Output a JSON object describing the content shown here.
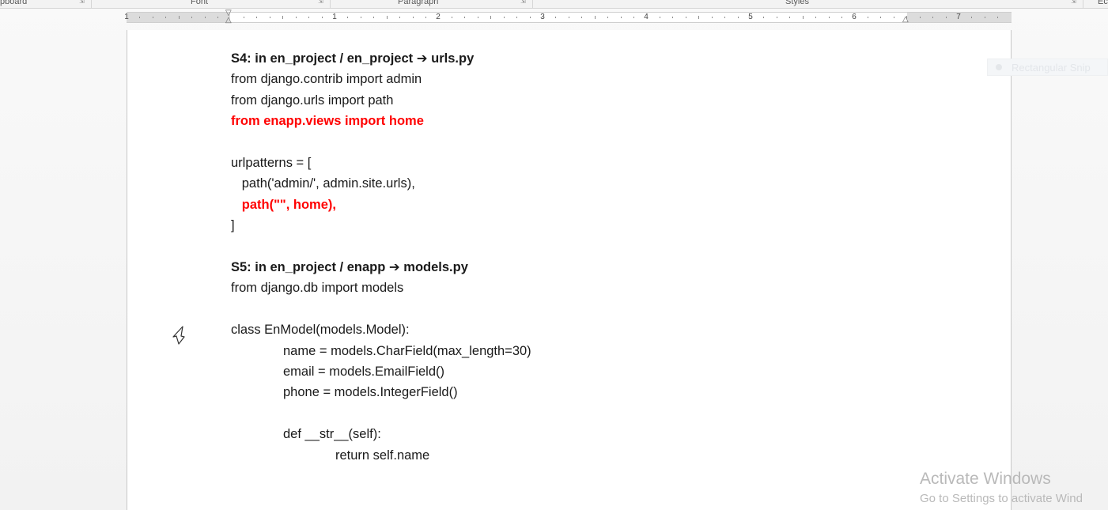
{
  "ribbon": {
    "groups": [
      {
        "label": "pboard"
      },
      {
        "label": "Font"
      },
      {
        "label": "Paragraph"
      },
      {
        "label": "Styles"
      },
      {
        "label": "Ec"
      }
    ]
  },
  "ruler": {
    "numbers": [
      "1",
      "1",
      "2",
      "3",
      "4",
      "5",
      "6",
      "7"
    ]
  },
  "document": {
    "lines": [
      {
        "text": "S4: in en_project / en_project ➔ urls.py",
        "style": "bold"
      },
      {
        "text": "from django.contrib import admin",
        "style": "normal"
      },
      {
        "text": "from django.urls import path",
        "style": "normal"
      },
      {
        "text": "from enapp.views import home",
        "style": "red"
      },
      {
        "text": "",
        "style": "normal"
      },
      {
        "text": "urlpatterns = [",
        "style": "normal"
      },
      {
        "text": "   path('admin/', admin.site.urls),",
        "style": "normal"
      },
      {
        "text": "   path(\"\", home),",
        "style": "red"
      },
      {
        "text": "]",
        "style": "normal"
      },
      {
        "text": "",
        "style": "normal"
      },
      {
        "text": "S5: in en_project / enapp ➔ models.py",
        "style": "bold"
      },
      {
        "text": "from django.db import models",
        "style": "normal"
      },
      {
        "text": "",
        "style": "normal"
      },
      {
        "text": "class EnModel(models.Model):",
        "style": "normal"
      },
      {
        "text": "name = models.CharField(max_length=30)",
        "style": "normal",
        "indent": 1
      },
      {
        "text": "email = models.EmailField()",
        "style": "normal",
        "indent": 1
      },
      {
        "text": "phone = models.IntegerField()",
        "style": "normal",
        "indent": 1
      },
      {
        "text": "",
        "style": "normal"
      },
      {
        "text": "def __str__(self):",
        "style": "normal",
        "indent": 1
      },
      {
        "text": "return self.name",
        "style": "normal",
        "indent": 2
      }
    ]
  },
  "side_pane": {
    "item_label": "Rectangular Snip"
  },
  "watermark": {
    "title": "Activate Windows",
    "subtitle": "Go to Settings to activate Wind"
  },
  "colors": {
    "highlight_red": "#ff0000",
    "text": "#1a1a1a",
    "watermark": "#b9b9b9"
  }
}
